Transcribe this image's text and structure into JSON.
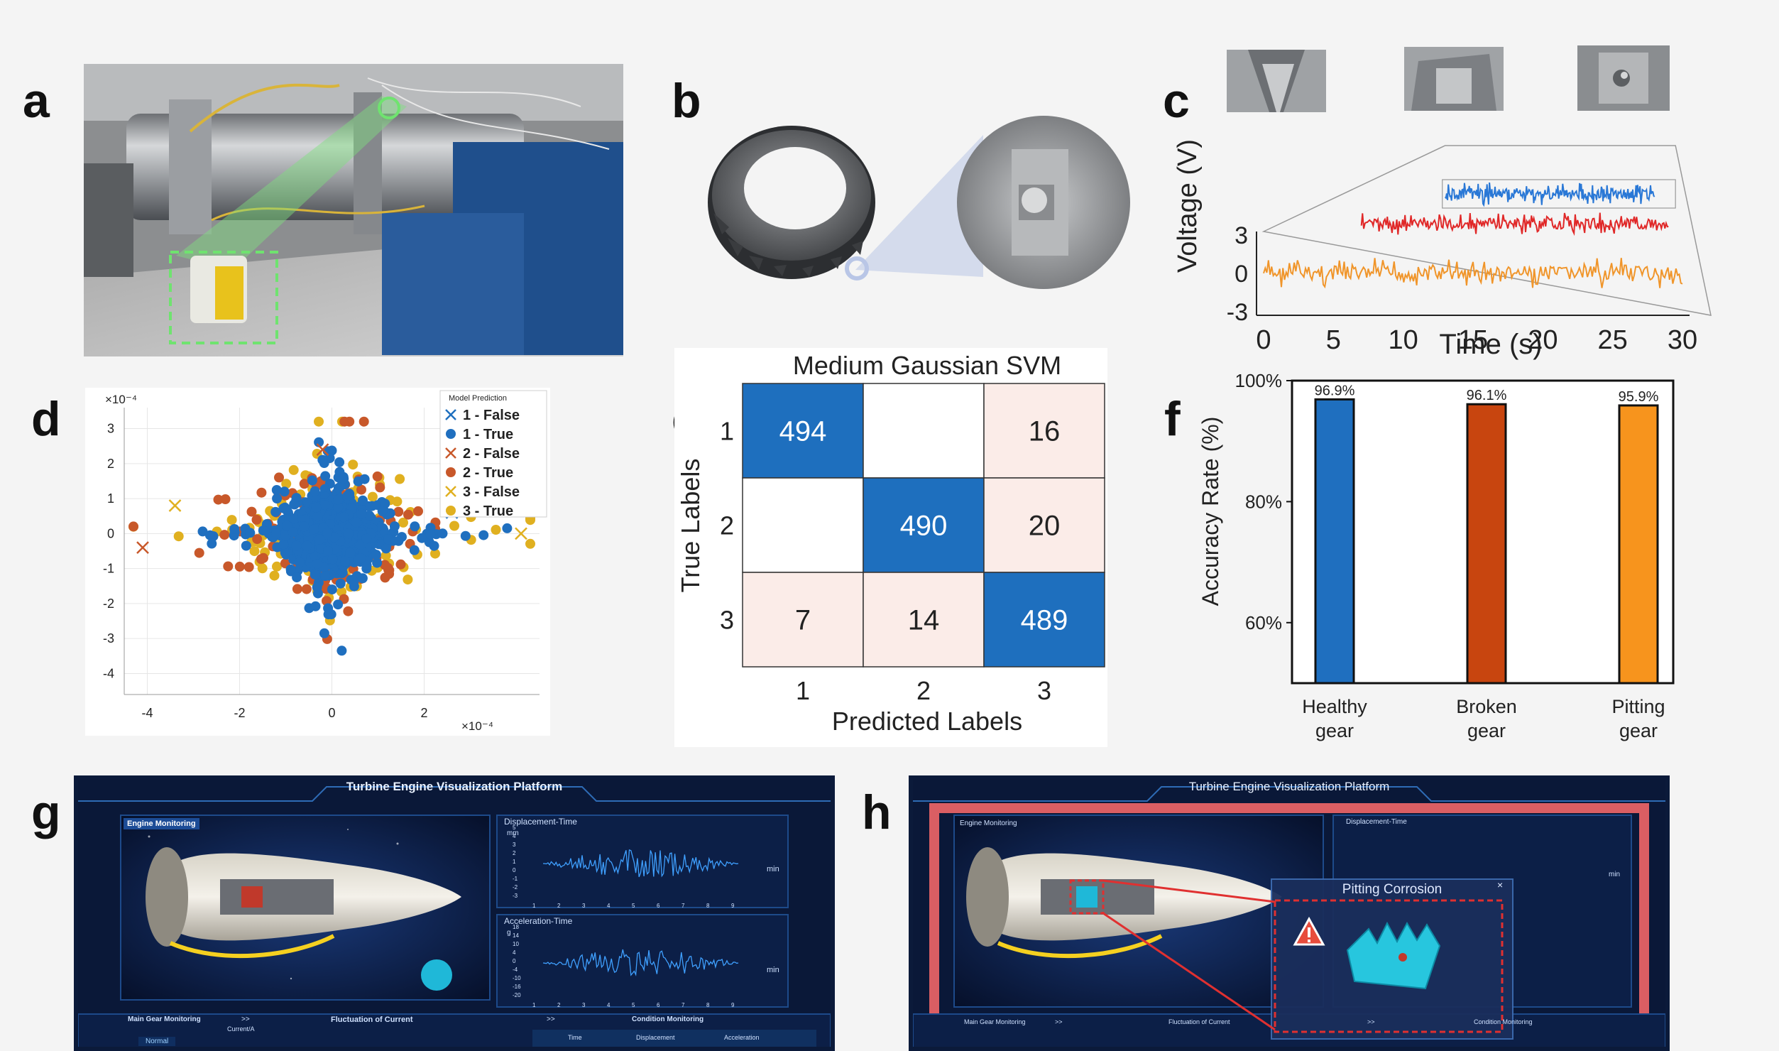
{
  "panels": {
    "a": {
      "label": "a"
    },
    "b": {
      "label": "b"
    },
    "c": {
      "label": "c"
    },
    "d": {
      "label": "d"
    },
    "e": {
      "label": "e"
    },
    "f": {
      "label": "f"
    },
    "g": {
      "label": "g"
    },
    "h": {
      "label": "h"
    }
  },
  "chart_data": [
    {
      "panel": "c",
      "type": "line",
      "xlabel": "Time (s)",
      "ylabel": "Voltage (V)",
      "xticks": [
        "0",
        "5",
        "10",
        "15",
        "20",
        "25",
        "30"
      ],
      "yticks": [
        "3",
        "0",
        "-3"
      ],
      "xlim": [
        0,
        30
      ],
      "ylim": [
        -3,
        3
      ],
      "series": [
        {
          "color": "#f0952a",
          "x": [
            0,
            30
          ]
        },
        {
          "color": "#e02828",
          "x": [
            7,
            29
          ]
        },
        {
          "color": "#2a78d6",
          "x": [
            13,
            28
          ]
        }
      ]
    },
    {
      "panel": "d",
      "type": "scatter",
      "x_exponent": "×10⁻⁴",
      "y_exponent": "×10⁻⁴",
      "xticks": [
        "-4",
        "-2",
        "0",
        "2"
      ],
      "yticks": [
        "3",
        "2",
        "1",
        "0",
        "-1",
        "-2",
        "-3",
        "-4"
      ],
      "xlim": [
        -4.5,
        4.5
      ],
      "ylim": [
        -4.6,
        3.6
      ],
      "legend_title": "Model Prediction",
      "legend": [
        {
          "label": "1 - False",
          "marker": "x",
          "color": "#1f6fbf"
        },
        {
          "label": "1 - True",
          "marker": "o",
          "color": "#1f6fbf"
        },
        {
          "label": "2 - False",
          "marker": "x",
          "color": "#c8582a"
        },
        {
          "label": "2 - True",
          "marker": "o",
          "color": "#c8582a"
        },
        {
          "label": "3 - False",
          "marker": "x",
          "color": "#e0b020"
        },
        {
          "label": "3 - True",
          "marker": "o",
          "color": "#e0b020"
        }
      ],
      "legend_position": "top-right"
    },
    {
      "panel": "e",
      "type": "heatmap",
      "title": "Medium Gaussian SVM",
      "xlabel": "Predicted Labels",
      "ylabel": "True Labels",
      "rows": [
        "1",
        "2",
        "3"
      ],
      "cols": [
        "1",
        "2",
        "3"
      ],
      "cells": [
        [
          "494",
          "",
          "16"
        ],
        [
          "",
          "490",
          "20"
        ],
        [
          "7",
          "14",
          "489"
        ]
      ],
      "values": [
        [
          494,
          0,
          16
        ],
        [
          0,
          490,
          20
        ],
        [
          7,
          14,
          489
        ]
      ]
    },
    {
      "panel": "f",
      "type": "bar",
      "ylabel": "Accuracy Rate (%)",
      "yticks": [
        "100%",
        "80%",
        "60%"
      ],
      "ylim": [
        50,
        100
      ],
      "categories": [
        [
          "Healthy",
          "gear"
        ],
        [
          "Broken",
          "gear"
        ],
        [
          "Pitting",
          "gear"
        ]
      ],
      "values": [
        96.9,
        96.1,
        95.9
      ],
      "value_labels": [
        "96.9%",
        "96.1%",
        "95.9%"
      ],
      "colors": [
        "#1f6fbf",
        "#c8450f",
        "#f7941d"
      ]
    }
  ],
  "dashboard_g": {
    "title": "Turbine Engine Visualization Platform",
    "engine_panel": "Engine Monitoring",
    "disp_title": "Displacement-Time",
    "disp_unit": "mm",
    "disp_xunit": "min",
    "acc_title": "Acceleration-Time",
    "acc_unit": "g",
    "acc_xunit": "min",
    "disp_yticks": [
      "5",
      "4",
      "3",
      "2",
      "1",
      "0",
      "-1",
      "-2",
      "-3"
    ],
    "acc_yticks": [
      "18",
      "14",
      "10",
      "4",
      "0",
      "-4",
      "-10",
      "-16",
      "-20"
    ],
    "xticks": [
      "1",
      "2",
      "3",
      "4",
      "5",
      "6",
      "7",
      "8",
      "9"
    ],
    "bottom_left": "Main Gear Monitoring",
    "bottom_arrow": ">>",
    "current_label": "Current/A",
    "status": "Normal",
    "bottom_mid": "Fluctuation of Current",
    "bottom_right_arrow": ">>",
    "bottom_right": "Condition Monitoring",
    "col_time": "Time",
    "col_disp": "Displacement",
    "col_acc": "Acceleration"
  },
  "dashboard_h": {
    "title": "Turbine Engine Visualization Platform",
    "engine_panel": "Engine Monitoring",
    "disp_title": "Displacement-Time",
    "popup_title": "Pitting Corrosion",
    "popup_close": "×",
    "warning_icon": "warning-icon",
    "xunit": "min",
    "bottom_left": "Main Gear Monitoring",
    "bottom_arrow": ">>",
    "bottom_mid": "Fluctuation of Current",
    "bottom_right_arrow": ">>",
    "bottom_right": "Condition Monitoring"
  }
}
